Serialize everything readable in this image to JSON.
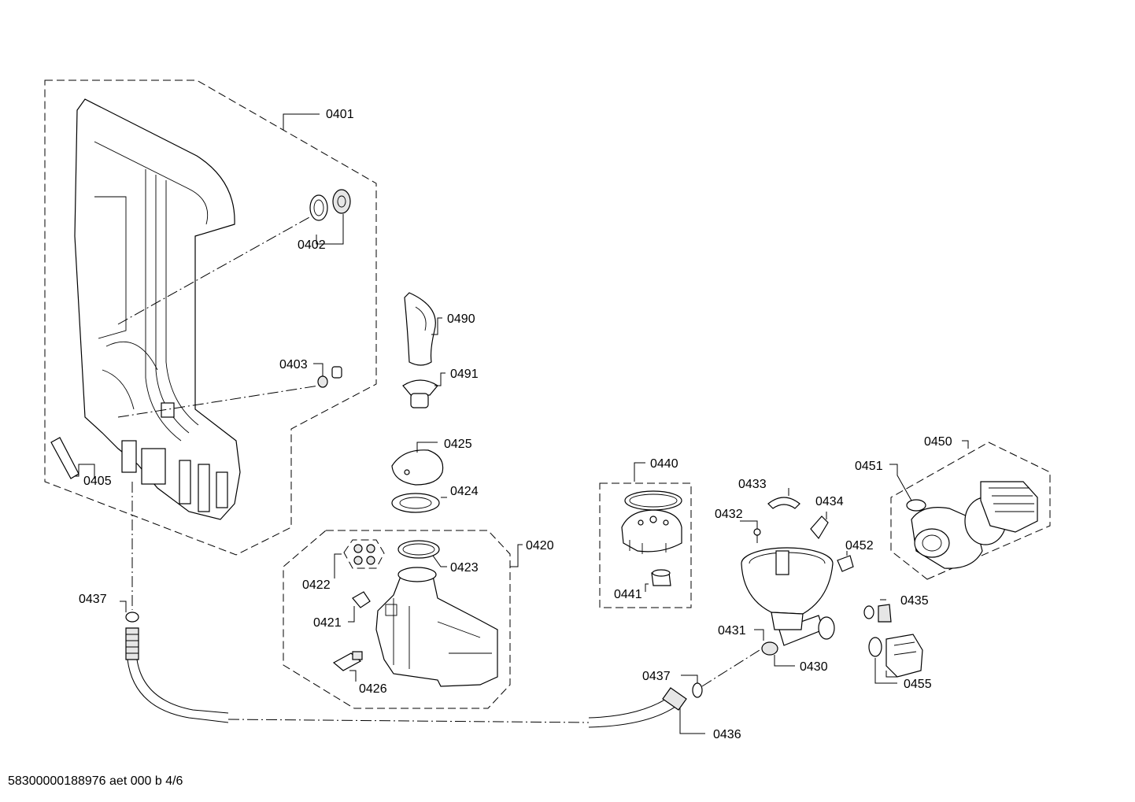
{
  "labels": {
    "l0401": "0401",
    "l0402": "0402",
    "l0403": "0403",
    "l0405": "0405",
    "l0490": "0490",
    "l0491": "0491",
    "l0425": "0425",
    "l0424": "0424",
    "l0420": "0420",
    "l0423": "0423",
    "l0422": "0422",
    "l0421": "0421",
    "l0426": "0426",
    "l0437a": "0437",
    "l0437b": "0437",
    "l0436": "0436",
    "l0440": "0440",
    "l0441": "0441",
    "l0433": "0433",
    "l0432": "0432",
    "l0434": "0434",
    "l0452": "0452",
    "l0431": "0431",
    "l0430": "0430",
    "l0450": "0450",
    "l0451": "0451",
    "l0435": "0435",
    "l0455": "0455"
  },
  "footer": "58300000188976 aet 000 b 4/6"
}
